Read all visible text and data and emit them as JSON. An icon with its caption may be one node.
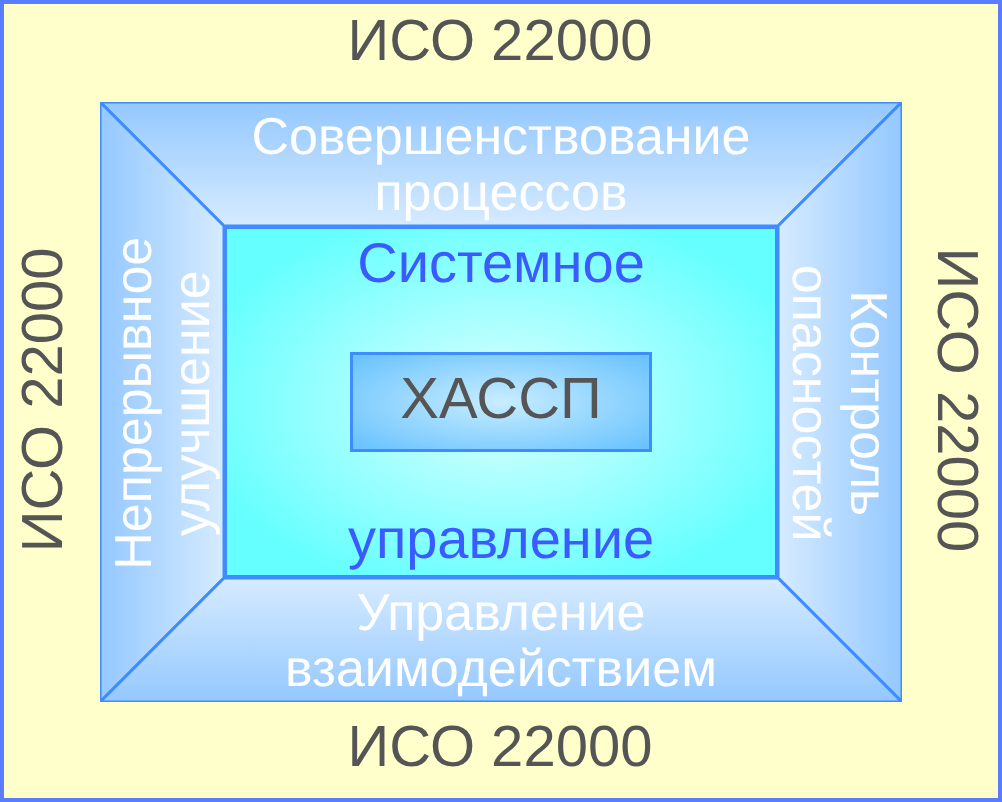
{
  "diagram": {
    "nodes": [
      {
        "text": [
          "ИСО 22000",
          "ИСО 22000",
          "ИСО 22000",
          "ИСО 22000"
        ]
      },
      {
        "text": [
          "Совершенствование процессов"
        ],
        "in": 0
      },
      {
        "text": [
          "Непрерывное улучшение"
        ],
        "in": 0
      },
      {
        "text": [
          "Системное",
          "управление"
        ],
        "in": 0
      },
      {
        "text": [
          "ХАССП"
        ],
        "in": 3
      },
      {
        "text": [
          "Контроль опасностей"
        ],
        "in": 0
      },
      {
        "text": [
          "Управление взаимодействием"
        ],
        "in": 0
      }
    ]
  }
}
